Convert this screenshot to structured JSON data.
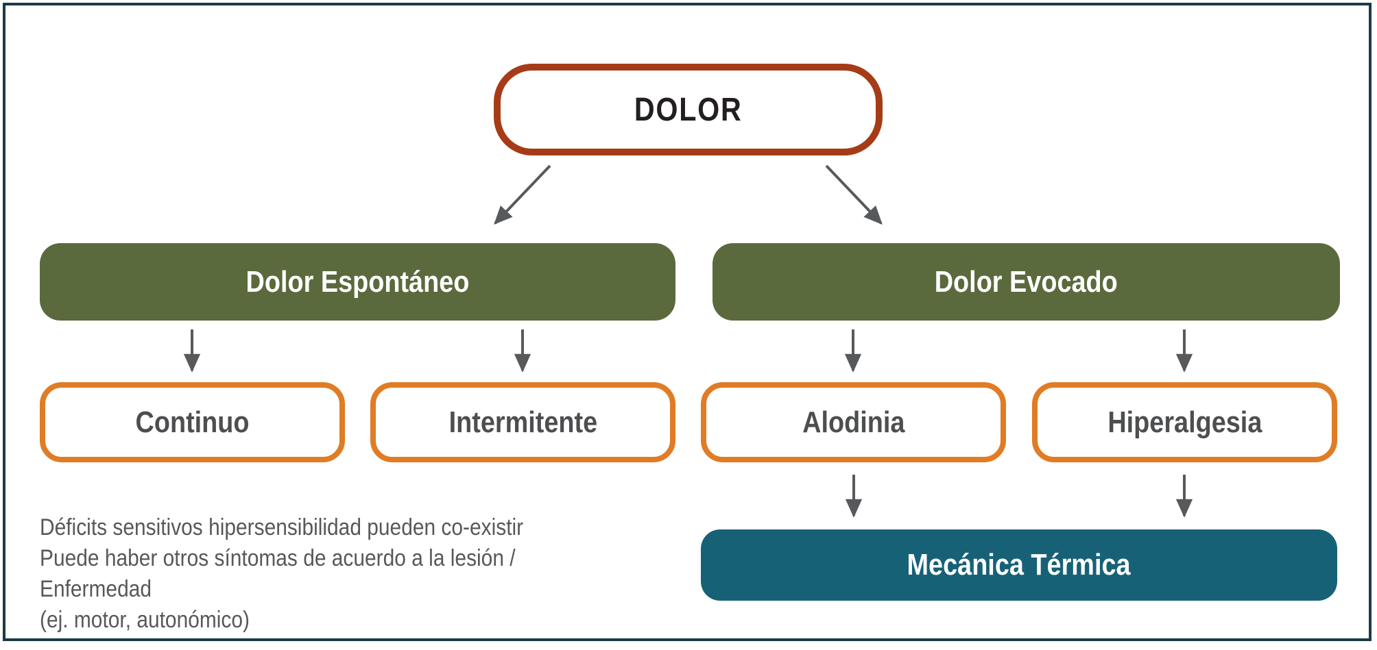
{
  "colors": {
    "frame_border": "#1b3a47",
    "rust": "#a63c17",
    "olive": "#5a6a3d",
    "orange": "#e07c25",
    "teal": "#176177",
    "arrow_gray": "#58595b",
    "label_gray": "#4d4e50",
    "note_gray": "#57585a",
    "title_black": "#231f20"
  },
  "nodes": {
    "dolor": {
      "label": "DOLOR"
    },
    "dolor_espontaneo": {
      "label": "Dolor Espontáneo"
    },
    "dolor_evocado": {
      "label": "Dolor Evocado"
    },
    "continuo": {
      "label": "Continuo"
    },
    "intermitente": {
      "label": "Intermitente"
    },
    "alodinia": {
      "label": "Alodinia"
    },
    "hiperalgesia": {
      "label": "Hiperalgesia"
    },
    "mecanica_termica": {
      "label": "Mecánica Térmica"
    }
  },
  "edges": [
    {
      "from": "dolor",
      "to": "dolor_espontaneo"
    },
    {
      "from": "dolor",
      "to": "dolor_evocado"
    },
    {
      "from": "dolor_espontaneo",
      "to": "continuo"
    },
    {
      "from": "dolor_espontaneo",
      "to": "intermitente"
    },
    {
      "from": "dolor_evocado",
      "to": "alodinia"
    },
    {
      "from": "dolor_evocado",
      "to": "hiperalgesia"
    },
    {
      "from": "alodinia",
      "to": "mecanica_termica"
    },
    {
      "from": "hiperalgesia",
      "to": "mecanica_termica"
    }
  ],
  "annotation": {
    "line1": "Déficits sensitivos hipersensibilidad pueden co-existir",
    "line2": "Puede haber otros síntomas de acuerdo a la lesión / Enfermedad",
    "line3": "(ej. motor, autonómico)"
  }
}
